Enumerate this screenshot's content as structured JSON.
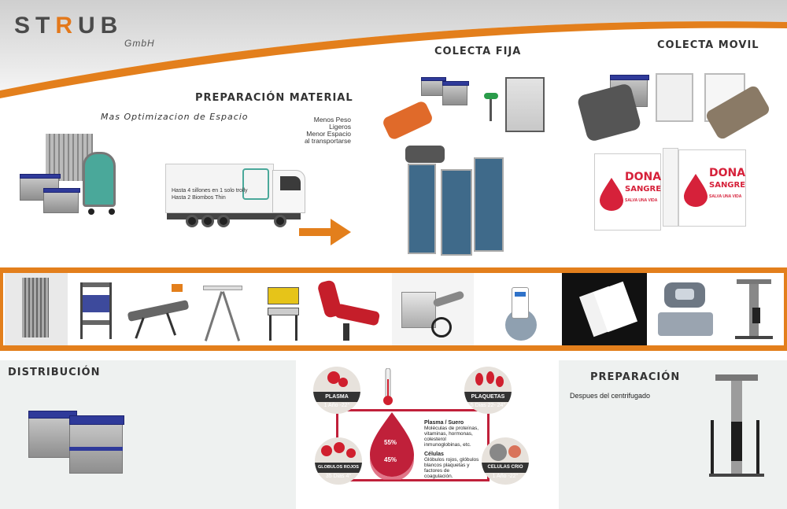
{
  "brand": {
    "name_part1": "ST",
    "name_part2": "R",
    "name_part3": "UB",
    "sub": "GmbH",
    "accent": "#e37f1c",
    "dark": "#4a4a4a"
  },
  "sections": {
    "preparacion_material": "PREPARACIÓN MATERIAL",
    "optimizacion": "Mas Optimizacion de Espacio",
    "colecta_fija": "COLECTA FIJA",
    "colecta_movil": "COLECTA MOVIL",
    "distribucion": "DISTRIBUCIÓN",
    "preparacion": "PREPARACIÓN",
    "preparacion_sub": "Despues del centrifugado"
  },
  "benefits": [
    "Menos Peso",
    "Ligeros",
    "Menor Espacio",
    "al transportarse"
  ],
  "truck": {
    "line1": "Hasta 4 sillones en 1 solo trolly",
    "line2": "Hasta 2 Biombos Thin"
  },
  "banner": {
    "line1": "DONA",
    "line2": "SANGRE",
    "line3": "SALVA UNA VIDA"
  },
  "strip_products": [
    "trolley-icon",
    "cart-icon",
    "lounger-chair-icon",
    "folding-table-icon",
    "mixer-station-icon",
    "donor-chair-icon",
    "sealer-icon",
    "tag-reader-icon",
    "tag-cards-icon",
    "scale-mixer-icon",
    "stand-table-icon"
  ],
  "blood": {
    "plasma_title": "PLASMA",
    "plasma_time": "1 Año  -22°",
    "plaquetas_title": "PLAQUETAS",
    "plaquetas_time": "5 Dias  22- 24°",
    "globulos_title": "GLOBULOS ROJOS",
    "globulos_time": "35 Dias   4°",
    "celulas_title": "CELULAS CRIO",
    "celulas_time": "1 Año  -22°",
    "drop_top": "55%",
    "drop_bottom": "45%",
    "plasma_suero_title": "Plasma / Suero",
    "plasma_suero_text": "Moléculas de proteínas, vitaminas, hormonas, colesterol inmunoglobinas, etc.",
    "celulas_label": "Células",
    "celulas_text": "Glóbulos rojos, glóbulos blancos plaquetas y factores de coagulación.",
    "red": "#c0203a"
  }
}
